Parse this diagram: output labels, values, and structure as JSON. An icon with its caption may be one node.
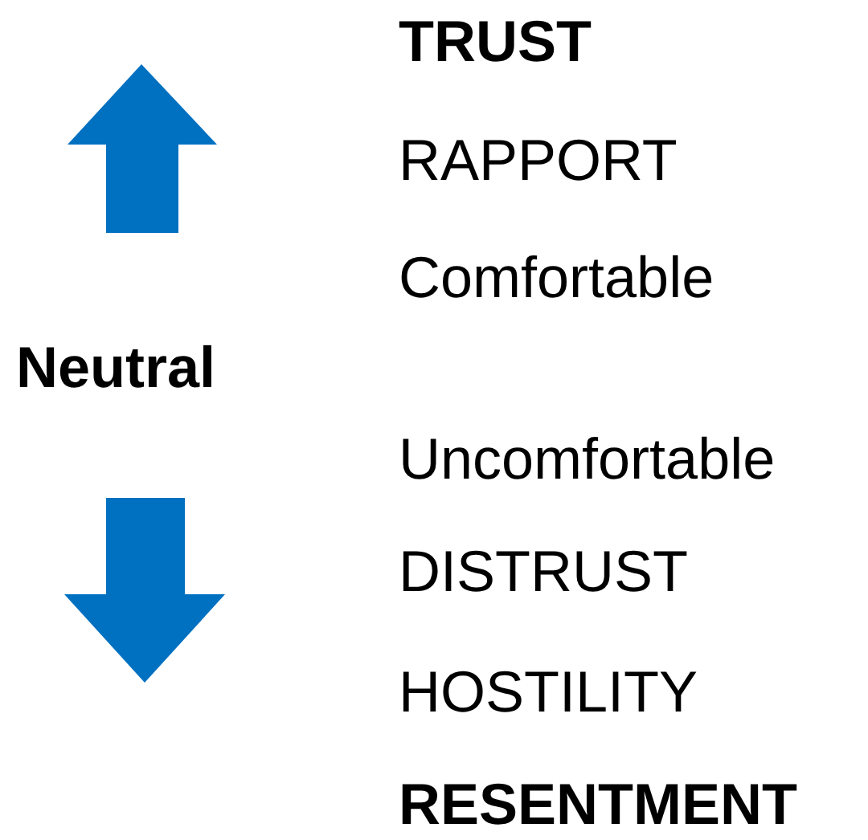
{
  "diagram": {
    "labels": [
      "TRUST",
      "RAPPORT",
      "Comfortable",
      "Neutral",
      "Uncomfortable",
      "DISTRUST",
      "HOSTILITY",
      "RESENTMENT"
    ]
  }
}
